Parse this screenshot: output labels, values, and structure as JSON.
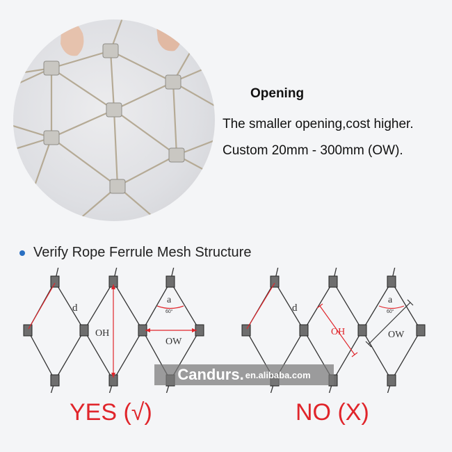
{
  "opening": {
    "title": "Opening",
    "line1": "The smaller opening,cost higher.",
    "line2": "Custom 20mm - 300mm (OW)."
  },
  "verify": {
    "text": "Verify Rope Ferrule Mesh Structure"
  },
  "diagram_left": {
    "label_d": "d",
    "label_oh": "OH",
    "label_ow": "OW",
    "label_a": "a",
    "label_angle": "60°"
  },
  "diagram_right": {
    "label_d": "d",
    "label_oh": "OH",
    "label_ow": "OW",
    "label_a": "a",
    "label_angle": "60°"
  },
  "watermark": {
    "main": "Candurs.",
    "sub": "en.alibaba.com"
  },
  "verdicts": {
    "yes": "YES (√)",
    "no": "NO (X)"
  },
  "colors": {
    "accent_red": "#e0252b",
    "bullet_blue": "#2a6fc2"
  }
}
